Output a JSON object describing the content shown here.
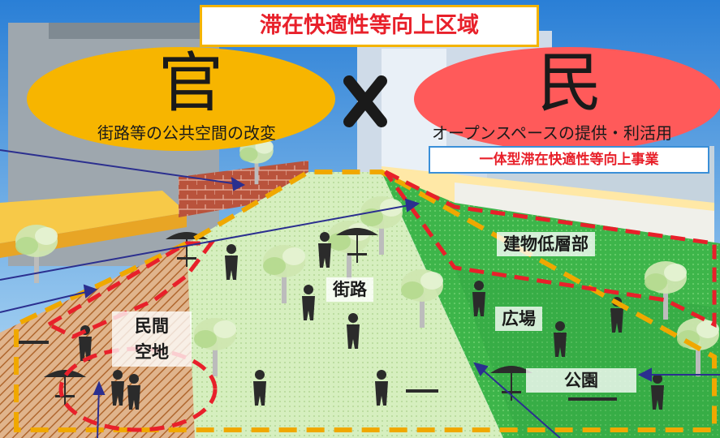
{
  "title": "滞在快適性等向上区域",
  "public": {
    "symbol": "官",
    "caption": "街路等の公共空間の改変",
    "color": "#f7b500"
  },
  "private": {
    "symbol": "民",
    "caption": "オープンスペースの提供・利活用",
    "color": "#ff5a5a"
  },
  "cross_symbol": "×",
  "integrated_project": "一体型滞在快適性等向上事業",
  "areas": {
    "building_lower_floor": "建物低層部",
    "street": "街路",
    "plaza": "広場",
    "park": "公園",
    "private_vacant_line1": "民間",
    "private_vacant_line2": "空地"
  },
  "colors": {
    "title_text": "#e8202a",
    "title_border": "#f4b400",
    "zone_outline_public": "#f0a800",
    "zone_outline_private": "#e8202a",
    "street_paving": "#d8f0c0",
    "plaza_green": "#3db54a",
    "arrow": "#2b2f8f"
  }
}
